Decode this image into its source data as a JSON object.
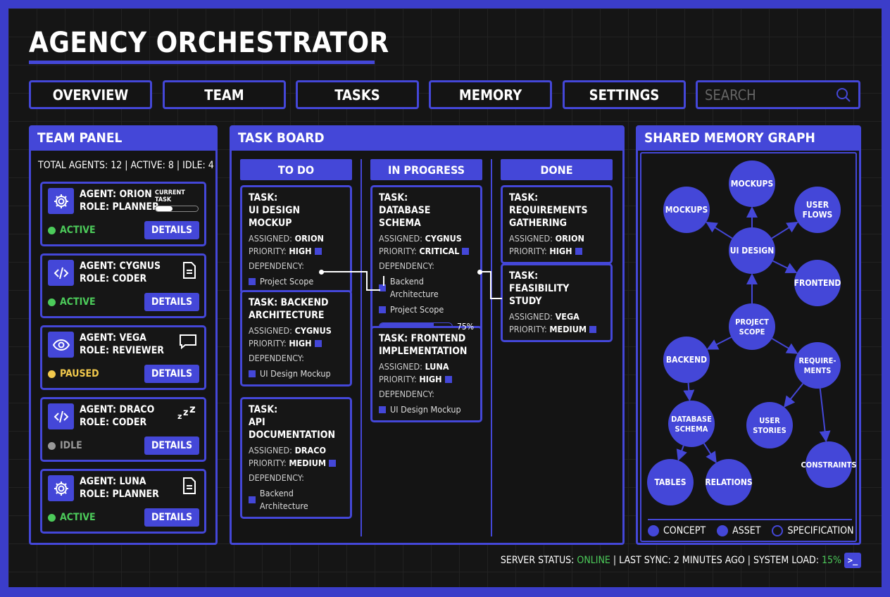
{
  "app": {
    "title": "AGENCY ORCHESTRATOR",
    "accent": "#4447d8",
    "active_color": "#4ccb5a",
    "paused_color": "#f2c94c",
    "idle_color": "#999999"
  },
  "nav": {
    "items": [
      "OVERVIEW",
      "TEAM",
      "TASKS",
      "MEMORY",
      "SETTINGS"
    ],
    "search_placeholder": "SEARCH"
  },
  "team": {
    "title": "TEAM PANEL",
    "summary": "TOTAL AGENTS: 12 | ACTIVE: 8 | IDLE: 4",
    "details_label": "DETAILS",
    "current_task_label": "CURRENT TASK",
    "current_task_progress": 0.4,
    "agents": [
      {
        "name": "AGENT: ORION",
        "role": "ROLE: PLANNER",
        "status": "ACTIVE",
        "icon": "gear-icon",
        "side": "progress"
      },
      {
        "name": "AGENT: CYGNUS",
        "role": "ROLE: CODER",
        "status": "ACTIVE",
        "icon": "code-icon",
        "side": "document-icon"
      },
      {
        "name": "AGENT: VEGA",
        "role": "ROLE: REVIEWER",
        "status": "PAUSED",
        "icon": "eye-icon",
        "side": "chat-icon"
      },
      {
        "name": "AGENT: DRACO",
        "role": "ROLE: CODER",
        "status": "IDLE",
        "icon": "code-icon",
        "side": "sleep-icon"
      },
      {
        "name": "AGENT: LUNA",
        "role": "ROLE: PLANNER",
        "status": "ACTIVE",
        "icon": "gear-icon",
        "side": "document-icon"
      }
    ]
  },
  "board": {
    "title": "TASK BOARD",
    "assigned_label": "ASSIGNED:",
    "priority_label": "PRIORITY:",
    "dependency_label": "DEPENDENCY:",
    "columns": [
      {
        "title": "TO DO",
        "tasks": [
          {
            "title": "TASK:\nUI DESIGN MOCKUP",
            "assigned": "ORION",
            "priority": "HIGH",
            "deps": [
              "Project Scope"
            ]
          },
          {
            "title": "TASK: BACKEND\nARCHITECTURE",
            "assigned": "CYGNUS",
            "priority": "HIGH",
            "deps": [
              "UI Design Mockup"
            ]
          },
          {
            "title": "TASK:\nAPI DOCUMENTATION",
            "assigned": "DRACO",
            "priority": "MEDIUM",
            "deps": [
              "Backend Architecture"
            ]
          }
        ]
      },
      {
        "title": "IN PROGRESS",
        "tasks": [
          {
            "title": "TASK:\nDATABASE SCHEMA",
            "assigned": "CYGNUS",
            "priority": "CRITICAL",
            "deps": [
              "Backend Architecture",
              "Project Scope"
            ],
            "progress": 75,
            "progress_label": "75%"
          },
          {
            "title": "TASK: FRONTEND\nIMPLEMENTATION",
            "assigned": "LUNA",
            "priority": "HIGH",
            "deps": [
              "UI Design Mockup"
            ]
          }
        ]
      },
      {
        "title": "DONE",
        "tasks": [
          {
            "title": "TASK: REQUIREMENTS\nGATHERING",
            "assigned": "ORION",
            "priority": "HIGH",
            "deps": []
          },
          {
            "title": "TASK:\nFEASIBILITY STUDY",
            "assigned": "VEGA",
            "priority": "MEDIUM",
            "deps": []
          }
        ]
      }
    ]
  },
  "memory": {
    "title": "SHARED MEMORY GRAPH",
    "nodes": [
      {
        "id": "mock1",
        "label": "MOCKUPS"
      },
      {
        "id": "mock2",
        "label": "MOCKUPS"
      },
      {
        "id": "flows",
        "label": "USER\nFLOWS"
      },
      {
        "id": "ui",
        "label": "UI DESIGN"
      },
      {
        "id": "front",
        "label": "FRONTEND"
      },
      {
        "id": "scope",
        "label": "PROJECT\nSCOPE"
      },
      {
        "id": "back",
        "label": "BACKEND"
      },
      {
        "id": "req",
        "label": "REQUIRE-\nMENTS"
      },
      {
        "id": "db",
        "label": "DATABASE\nSCHEMA"
      },
      {
        "id": "stories",
        "label": "USER\nSTORIES"
      },
      {
        "id": "cons",
        "label": "CONSTRAINTS"
      },
      {
        "id": "tables",
        "label": "TABLES"
      },
      {
        "id": "rel",
        "label": "RELATIONS"
      }
    ],
    "edges": [
      [
        "ui",
        "mock1"
      ],
      [
        "ui",
        "mock2"
      ],
      [
        "ui",
        "flows"
      ],
      [
        "ui",
        "front"
      ],
      [
        "scope",
        "ui"
      ],
      [
        "scope",
        "back"
      ],
      [
        "scope",
        "req"
      ],
      [
        "back",
        "db"
      ],
      [
        "db",
        "tables"
      ],
      [
        "db",
        "rel"
      ],
      [
        "req",
        "stories"
      ],
      [
        "req",
        "cons"
      ]
    ],
    "legend": [
      "CONCEPT",
      "ASSET",
      "SPECIFICATION"
    ]
  },
  "statusbar": {
    "server_label": "SERVER STATUS: ",
    "server_value": "ONLINE",
    "sync": " | LAST SYNC: 2 MINUTES AGO | SYSTEM LOAD: ",
    "load_value": "15%",
    "terminal_icon": ">_"
  }
}
